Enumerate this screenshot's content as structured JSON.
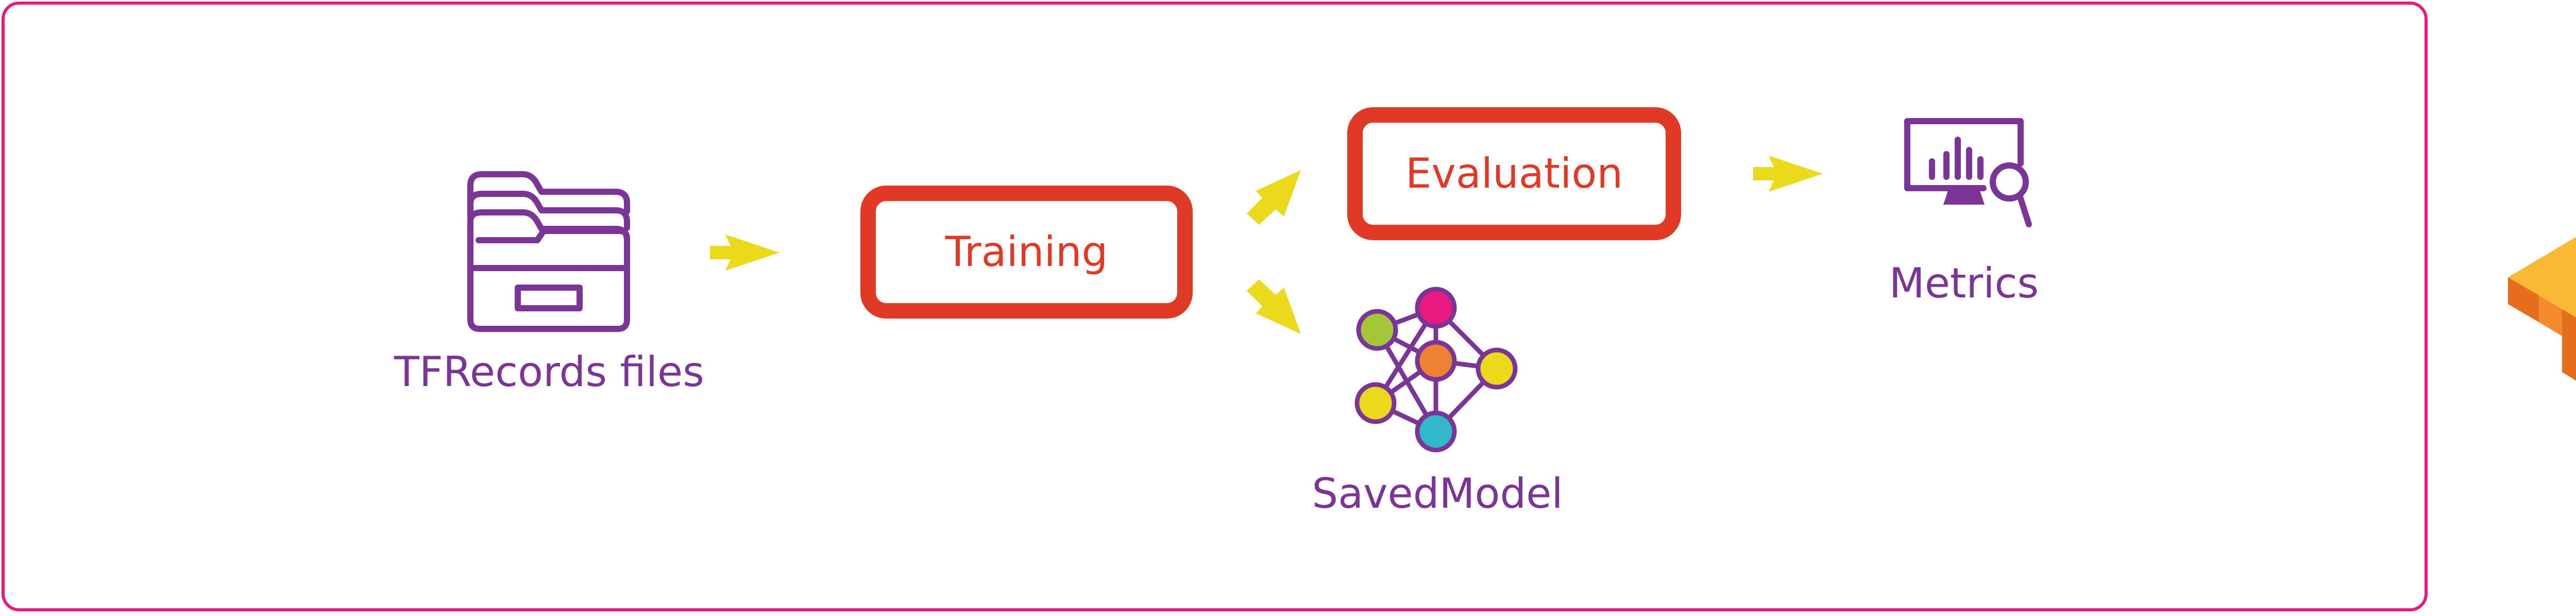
{
  "nodes": {
    "tfrecords": {
      "label": "TFRecords files",
      "icon": "folder-stack-icon"
    },
    "training": {
      "label": "Training"
    },
    "evaluation": {
      "label": "Evaluation"
    },
    "savedmodel": {
      "label": "SavedModel",
      "icon": "neural-network-icon"
    },
    "metrics": {
      "label": "Metrics",
      "icon": "monitor-magnifier-icon"
    }
  },
  "edges": [
    {
      "from": "tfrecords",
      "to": "training"
    },
    {
      "from": "training",
      "to": "evaluation"
    },
    {
      "from": "training",
      "to": "savedmodel"
    },
    {
      "from": "evaluation",
      "to": "metrics"
    }
  ],
  "logo": "tensorflow-logo",
  "colors": {
    "frame": "#e8197f",
    "stage_border": "#e03a27",
    "stage_text": "#e03a27",
    "label_text": "#7b3596",
    "icon_stroke": "#7b3596",
    "arrow": "#ebd91c",
    "logo_light": "#f9b934",
    "logo_dark": "#e66d1e"
  }
}
